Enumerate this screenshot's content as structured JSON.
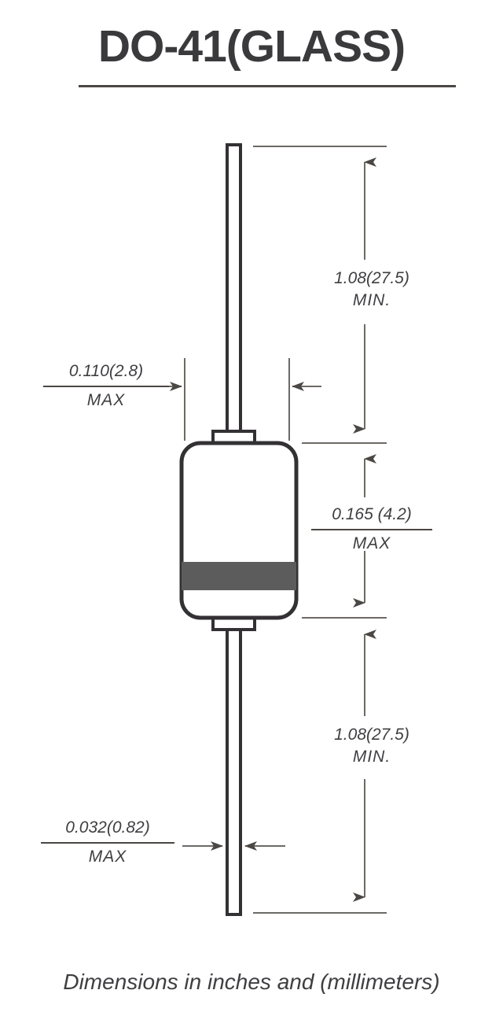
{
  "title": "DO-41(GLASS)",
  "footer": "Dimensions in inches and (millimeters)",
  "colors": {
    "line": "#4a4744",
    "outline": "#333134",
    "band": "#5c5c5c",
    "text": "#3f3f42",
    "title_text": "#3a3a3c",
    "background": "#ffffff"
  },
  "dimensions": {
    "top_lead_length": {
      "value": "1.08(27.5)",
      "qualifier": "MIN.",
      "style": "stacked"
    },
    "bottom_lead_length": {
      "value": "1.08(27.5)",
      "qualifier": "MIN.",
      "style": "stacked"
    },
    "body_length": {
      "value": "0.165 (4.2)",
      "qualifier": "MAX",
      "style": "fraction"
    },
    "body_diameter": {
      "value": "0.110(2.8)",
      "qualifier": "MAX",
      "style": "fraction"
    },
    "lead_diameter": {
      "value": "0.032(0.82)",
      "qualifier": "MAX",
      "style": "fraction"
    }
  },
  "component": {
    "package": "DO-41",
    "material": "GLASS",
    "band": "cathode-band"
  }
}
